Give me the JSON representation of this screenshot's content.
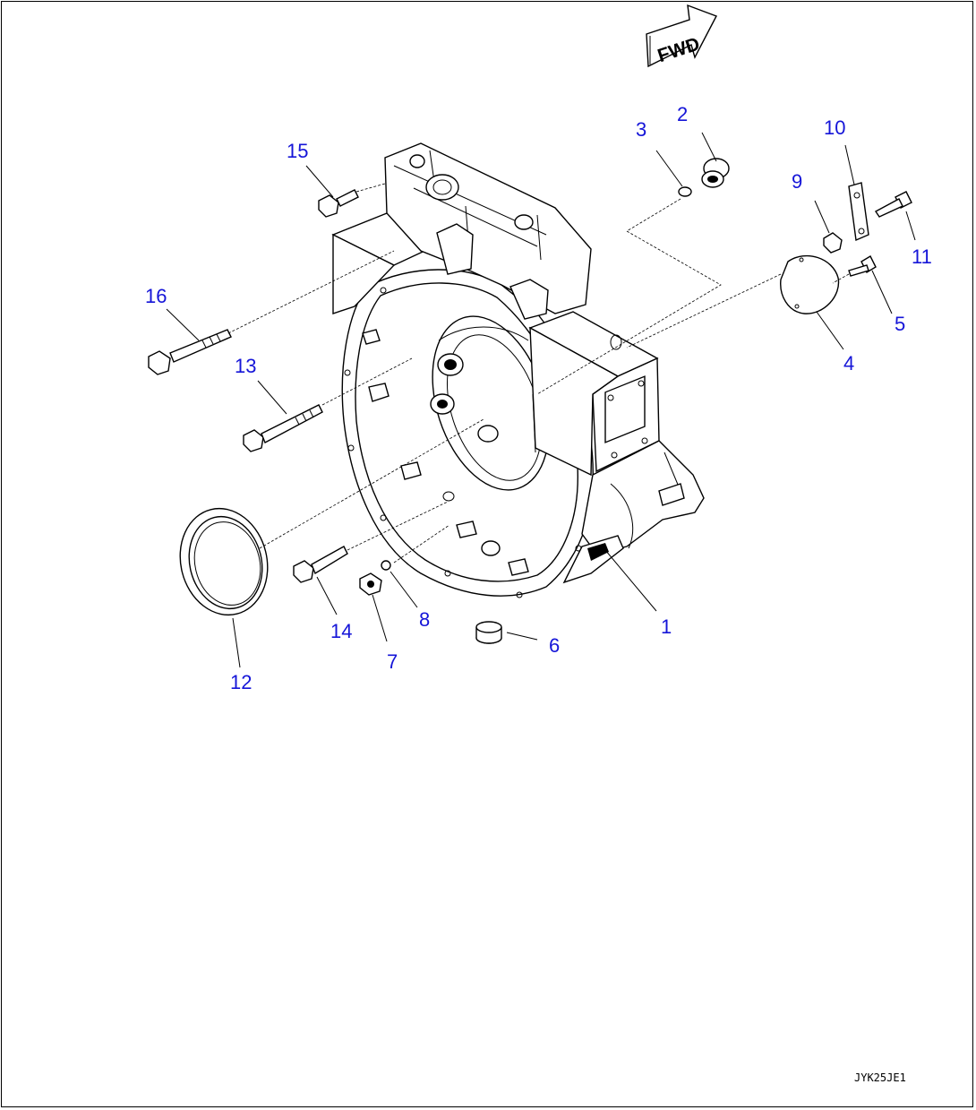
{
  "diagram": {
    "direction_label": "FWD",
    "drawing_code": "JYK25JE1",
    "callouts": [
      {
        "id": "1",
        "label": "1"
      },
      {
        "id": "2",
        "label": "2"
      },
      {
        "id": "3",
        "label": "3"
      },
      {
        "id": "4",
        "label": "4"
      },
      {
        "id": "5",
        "label": "5"
      },
      {
        "id": "6",
        "label": "6"
      },
      {
        "id": "7",
        "label": "7"
      },
      {
        "id": "8",
        "label": "8"
      },
      {
        "id": "9",
        "label": "9"
      },
      {
        "id": "10",
        "label": "10"
      },
      {
        "id": "11",
        "label": "11"
      },
      {
        "id": "12",
        "label": "12"
      },
      {
        "id": "13",
        "label": "13"
      },
      {
        "id": "14",
        "label": "14"
      },
      {
        "id": "15",
        "label": "15"
      },
      {
        "id": "16",
        "label": "16"
      }
    ],
    "callout_color": "#1515d8"
  }
}
